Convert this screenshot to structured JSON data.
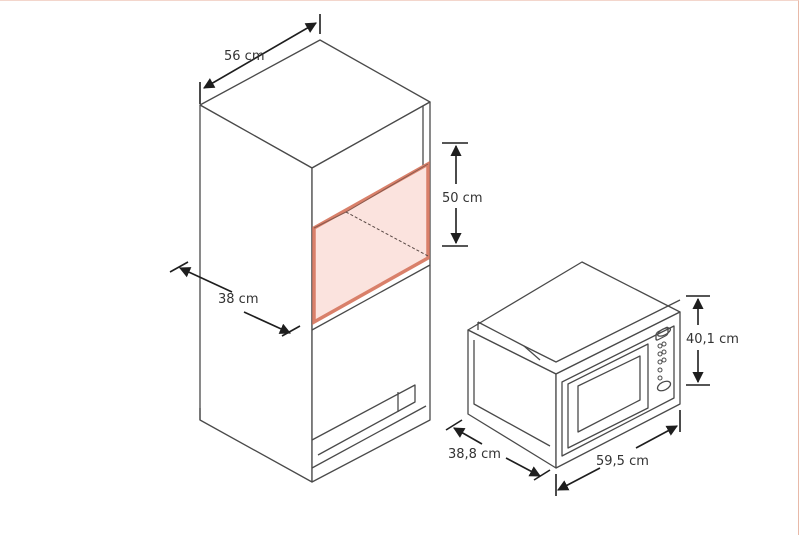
{
  "dimensions": {
    "cabinet_width": "56 cm",
    "cabinet_depth": "38 cm",
    "opening_height": "50 cm",
    "microwave_height": "40,1 cm",
    "microwave_depth": "38,8 cm",
    "microwave_width": "59,5 cm"
  },
  "colors": {
    "line": "#4a4a4a",
    "dimension_arrow": "#1e1e1e",
    "cutout_outline": "#d9806a",
    "cutout_fill": "#fbe3de"
  },
  "icons": [
    "tall-cabinet-drawing",
    "built-in-microwave-drawing"
  ]
}
